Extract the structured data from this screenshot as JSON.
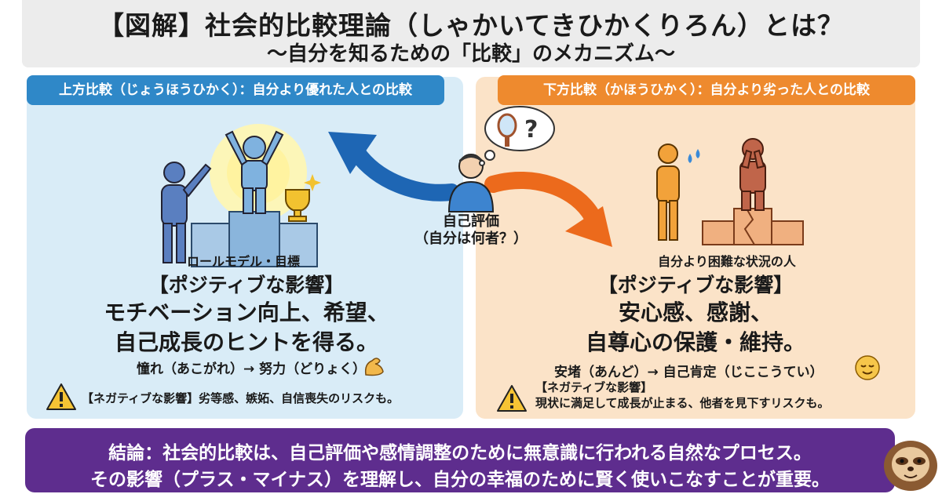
{
  "header": {
    "title": "【図解】社会的比較理論（しゃかいてきひかくりろん）とは？",
    "subtitle": "〜自分を知るための「比較」のメカニズム〜"
  },
  "left_panel": {
    "tab": "上方比較（じょうほうひかく）：自分より優れた人との比較",
    "figure_caption": "ロールモデル・目標",
    "effect_heading": "【ポジティブな影響】",
    "effect_lines": [
      "モチベーション向上、希望、",
      "自己成長のヒントを得る。"
    ],
    "flow": "憧れ（あこがれ）→ 努力（どりょく）",
    "risk": "【ネガティブな影響】劣等感、嫉妬、自信喪失のリスクも。"
  },
  "right_panel": {
    "tab": "下方比較（かほうひかく）：自分より劣った人との比較",
    "figure_caption": "自分より困難な状況の人",
    "effect_heading": "【ポジティブな影響】",
    "effect_lines": [
      "安心感、感謝、",
      "自尊心の保護・維持。"
    ],
    "flow": "安堵（あんど）→ 自己肯定（じここうてい）",
    "risk_heading": "【ネガティブな影響】",
    "risk": "現状に満足して成長が止まる、他者を見下すリスクも。"
  },
  "center": {
    "label_line1": "自己評価",
    "label_line2": "（自分は何者？）"
  },
  "conclusion": {
    "line1": "結論：社会的比較は、自己評価や感情調整のために無意識に行われる自然なプロセス。",
    "line2": "その影響（プラス・マイナス）を理解し、自分の幸福のために賢く使いこなすことが重要。"
  },
  "colors": {
    "blue_accent": "#2f88c8",
    "orange_accent": "#ee8a2e",
    "purple_banner": "#5e2d8e",
    "left_bg": "#d9ecf7",
    "right_bg": "#fbe3c8"
  },
  "icons": [
    "sunburst-icon",
    "trophy-icon",
    "sparkle-icon",
    "mirror-icon",
    "question-icon",
    "warning-icon",
    "flexed-bicep-icon",
    "relieved-face-icon",
    "sweat-drop-icon",
    "sloth-mascot-icon"
  ]
}
